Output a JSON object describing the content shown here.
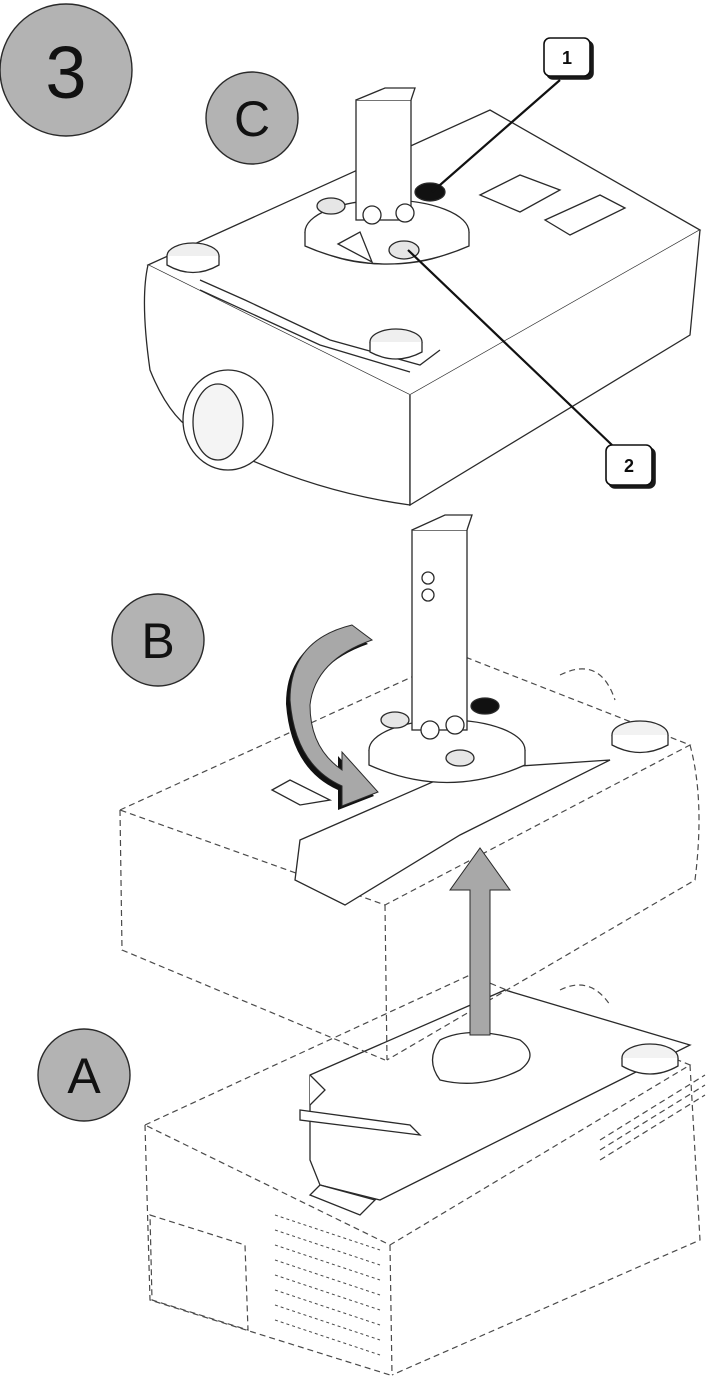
{
  "step_number": "3",
  "stage_labels": {
    "a": "A",
    "b": "B",
    "c": "C"
  },
  "callouts": {
    "one": "1",
    "two": "2"
  },
  "colors": {
    "badge_fill": "#b3b3b3",
    "arrow_fill": "#a8a8a8",
    "line": "#2a2a2a",
    "dashed": "#4a4a4a",
    "background": "#ffffff"
  }
}
